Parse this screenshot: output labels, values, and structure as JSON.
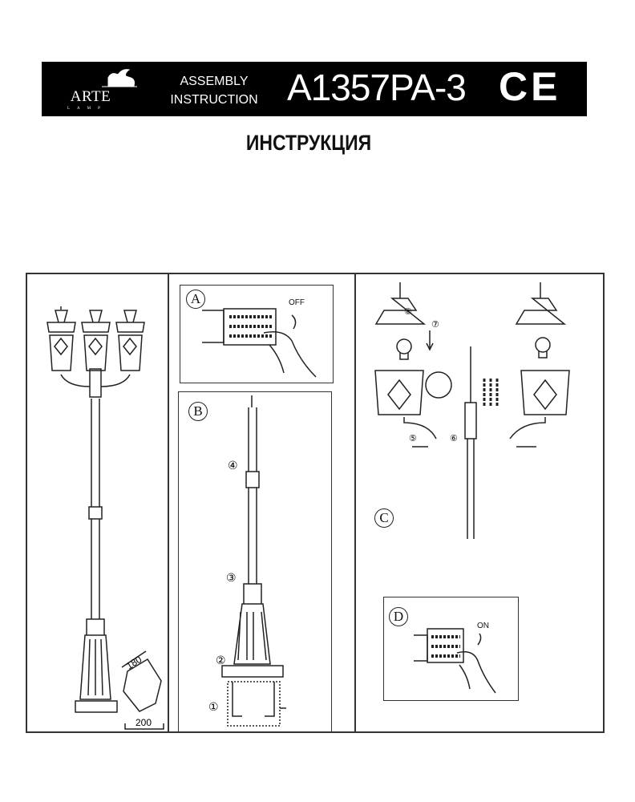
{
  "header": {
    "brand": "ARTE",
    "brand_sub": "LAMP",
    "assembly_line1": "ASSEMBLY",
    "assembly_line2": "INSTRUCTION",
    "model": "A1357PA-3",
    "mark": "CE"
  },
  "title": "ИНСТРУКЦИЯ",
  "panels": {
    "overview": {
      "dim_top": "180",
      "dim_bottom": "200"
    },
    "a": {
      "label": "A",
      "switch_text": "OFF"
    },
    "b": {
      "label": "B",
      "steps": [
        "①",
        "②",
        "③",
        "④"
      ]
    },
    "c": {
      "label": "C",
      "steps": [
        "⑤",
        "⑥",
        "⑦",
        "⑧"
      ]
    },
    "d": {
      "label": "D",
      "switch_text": "ON"
    }
  }
}
